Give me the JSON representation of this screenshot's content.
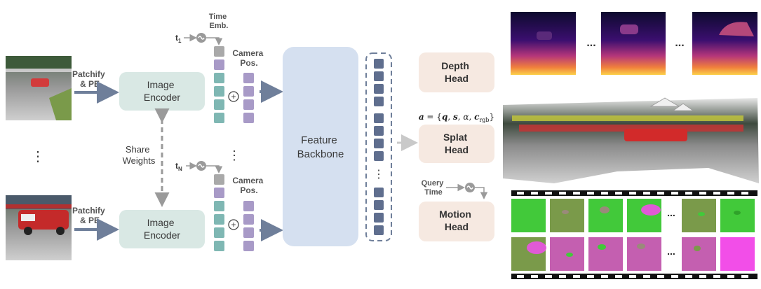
{
  "colors": {
    "encoder_fill": "#d9e8e4",
    "backbone_fill": "#d5e0f0",
    "head_fill": "#f6e9e1",
    "time_token": "#a9a9a9",
    "image_token": "#7fb7b3",
    "camera_token": "#a89ac7",
    "output_token": "#5f6e8e",
    "arrow": "#6f7f9a",
    "light_arrow": "#c9c9c9",
    "green_frame": "#42c93a",
    "magenta_frame": "#c45fb0"
  },
  "inputs": {
    "patchify_top": "Patchify\n& PE",
    "patchify_bottom": "Patchify\n& PE",
    "vdots_left": "⋮"
  },
  "encoders": {
    "top_label": "Image\nEncoder",
    "bottom_label": "Image\nEncoder",
    "share_label": "Share\nWeights"
  },
  "time": {
    "label": "Time\nEmb.",
    "t1": "t",
    "t1_sub": "1",
    "tN": "t",
    "tN_sub": "N",
    "vdots": "⋮"
  },
  "camera": {
    "top_label": "Camera\nPos.",
    "bottom_label": "Camera\nPos.",
    "plus": "+"
  },
  "backbone": {
    "label": "Feature\nBackbone"
  },
  "tokens": {
    "vdots": "⋮"
  },
  "heads": {
    "depth": "Depth\nHead",
    "splat": "Splat\nHead",
    "motion": "Motion\nHead",
    "splat_formula": "a = {q, s, α, c",
    "splat_formula_sub": "rgb",
    "splat_formula_end": "}",
    "query_label": "Query\nTime"
  },
  "outputs": {
    "depth_dots": "...",
    "motion_dots": "..."
  }
}
